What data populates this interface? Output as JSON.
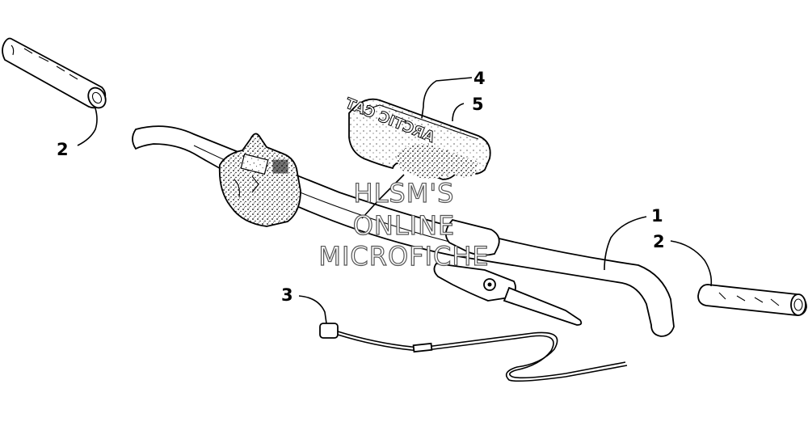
{
  "callouts": {
    "c1": "1",
    "c2_left": "2",
    "c2_right": "2",
    "c3": "3",
    "c4": "4",
    "c5": "5"
  },
  "pad_logo_text": "ARCTIC CAT",
  "watermark": {
    "line1": "HLSM'S",
    "line2": "ONLINE",
    "line3": "MICROFICHE"
  }
}
